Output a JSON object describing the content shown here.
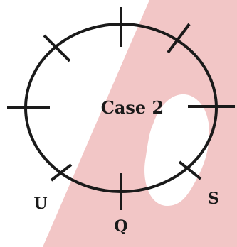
{
  "diagram": {
    "center_label": "Case 2",
    "position_labels": {
      "bottom_left": "U",
      "bottom": "Q",
      "bottom_right": "S"
    },
    "colors": {
      "stroke": "#1a1a1a",
      "watermark": "#f2c6c6",
      "background": "#ffffff"
    }
  }
}
